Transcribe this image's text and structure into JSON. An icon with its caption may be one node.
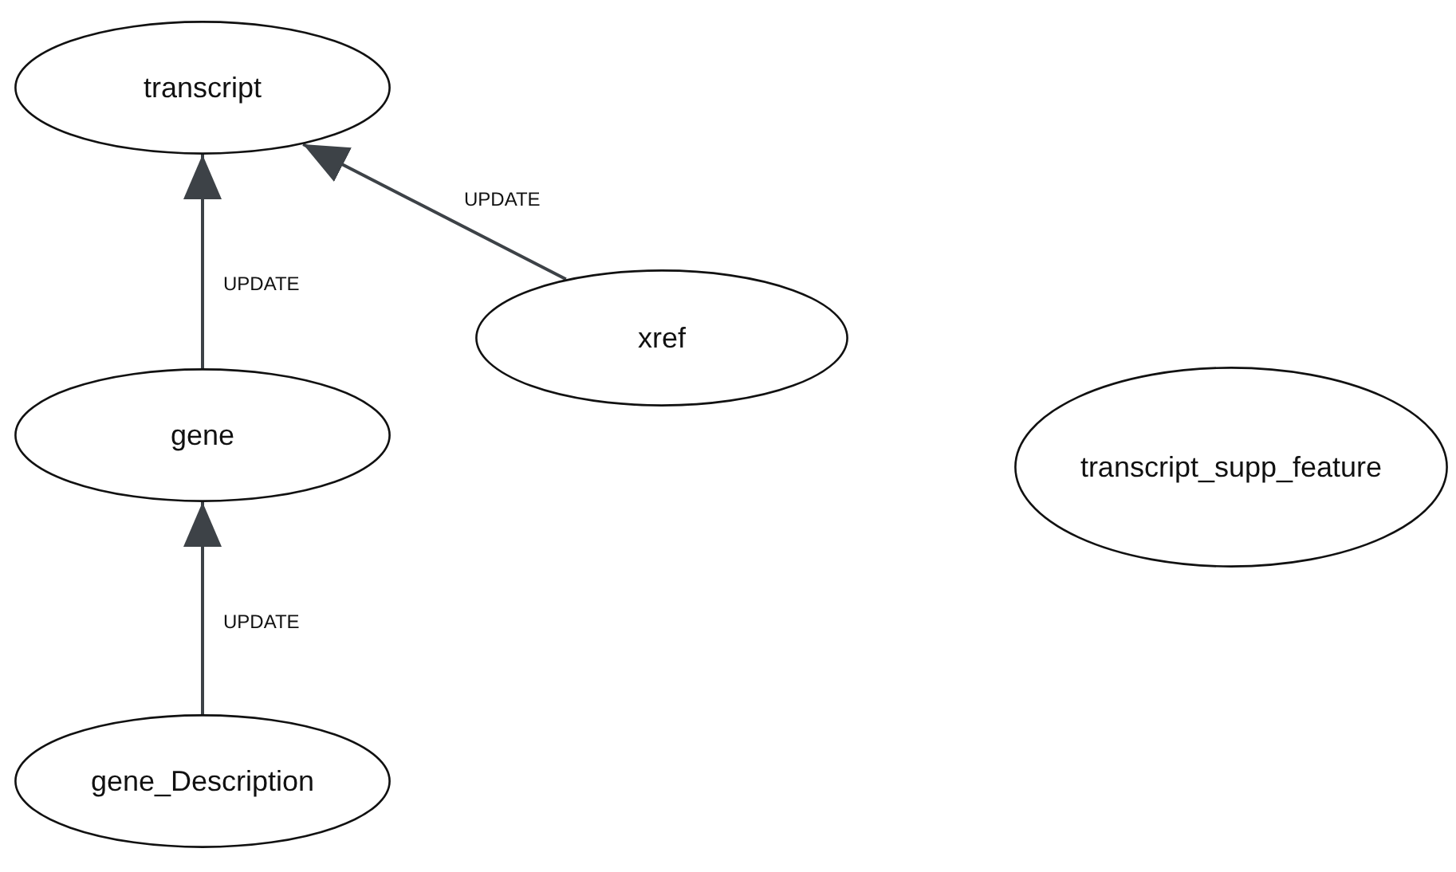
{
  "diagram": {
    "nodes": [
      {
        "text": [
          "transcript"
        ]
      },
      {
        "text": [
          "xref"
        ]
      },
      {
        "text": [
          "gene"
        ]
      },
      {
        "text": [
          "transcript_supp_feature"
        ]
      },
      {
        "text": [
          "gene_Description"
        ]
      }
    ],
    "edges": [
      {
        "from": 2,
        "to": 0,
        "arrow": "to",
        "label": "UPDATE"
      },
      {
        "from": 1,
        "to": 0,
        "arrow": "to",
        "label": "UPDATE"
      },
      {
        "from": 4,
        "to": 2,
        "arrow": "to",
        "label": "UPDATE"
      }
    ]
  }
}
